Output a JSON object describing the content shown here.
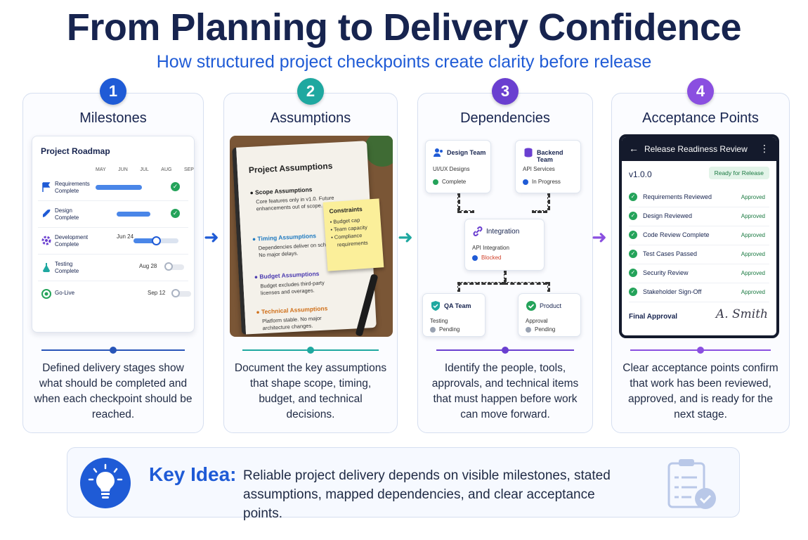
{
  "title": "From Planning to Delivery Confidence",
  "subtitle": "How structured project checkpoints create clarity before release",
  "colors": {
    "blue": "#1f5bd6",
    "teal": "#1fa8a0",
    "purple": "#6a3fd0",
    "violet": "#8a4fe0",
    "green": "#24a35a",
    "navy": "#17244f"
  },
  "panels": [
    {
      "number": "1",
      "title": "Milestones",
      "desc": "Defined delivery stages show what should be completed and when each checkpoint should be reached.",
      "roadmap": {
        "title": "Project Roadmap",
        "months": [
          "MAY",
          "JUN",
          "JUL",
          "AUG",
          "SEP"
        ],
        "rows": [
          {
            "label1": "Requirements",
            "label2": "Complete",
            "icon": "flag-icon"
          },
          {
            "label1": "Design",
            "label2": "Complete",
            "icon": "rocket-icon"
          },
          {
            "label1": "Development",
            "label2": "Complete",
            "icon": "gear-icon",
            "date": "Jun 24"
          },
          {
            "label1": "Testing",
            "label2": "Complete",
            "icon": "flask-icon",
            "date": "Aug 28"
          },
          {
            "label1": "Go-Live",
            "label2": "",
            "icon": "target-icon",
            "date": "Sep 12"
          }
        ]
      }
    },
    {
      "number": "2",
      "title": "Assumptions",
      "desc": "Document the key assumptions that shape scope, timing, budget, and technical decisions.",
      "notebook": {
        "title": "Project Assumptions",
        "sections": [
          {
            "heading": "Scope Assumptions",
            "text": "Core features only in v1.0. Future enhancements out of scope.",
            "color": "#1c1c1c"
          },
          {
            "heading": "Timing Assumptions",
            "text": "Dependencies deliver on schedule. No major delays.",
            "color": "#1f7ac0"
          },
          {
            "heading": "Budget Assumptions",
            "text": "Budget excludes third-party licenses and overages.",
            "color": "#4b3bb0"
          },
          {
            "heading": "Technical Assumptions",
            "text": "Platform stable. No major architecture changes.",
            "color": "#d0701a"
          }
        ],
        "sticky": {
          "title": "Constraints",
          "items": [
            "• Budget cap",
            "• Team capacity",
            "• Compliance",
            "requirements"
          ]
        }
      }
    },
    {
      "number": "3",
      "title": "Dependencies",
      "desc": "Identify the people, tools, approvals, and technical items that must happen before work can move forward.",
      "nodes": {
        "design": {
          "name": "Design Team",
          "sub": "UI/UX Designs",
          "status": "Complete"
        },
        "backend": {
          "name": "Backend Team",
          "sub": "API Services",
          "status": "In Progress"
        },
        "integration": {
          "name": "Integration",
          "sub": "API Integration",
          "status": "Blocked"
        },
        "qa": {
          "name": "QA Team",
          "sub": "Testing",
          "status": "Pending"
        },
        "product": {
          "name": "Product",
          "sub": "Approval",
          "status": "Pending"
        }
      }
    },
    {
      "number": "4",
      "title": "Acceptance Points",
      "desc": "Clear acceptance points confirm that work has been reviewed, approved, and is ready for the next stage.",
      "phone": {
        "header": "Release Readiness Review",
        "back": "←",
        "more": "⋮",
        "version": "v1.0.0",
        "badge": "Ready for Release",
        "items": [
          {
            "name": "Requirements Reviewed",
            "status": "Approved"
          },
          {
            "name": "Design Reviewed",
            "status": "Approved"
          },
          {
            "name": "Code Review Complete",
            "status": "Approved"
          },
          {
            "name": "Test Cases Passed",
            "status": "Approved"
          },
          {
            "name": "Security Review",
            "status": "Approved"
          },
          {
            "name": "Stakeholder Sign-Off",
            "status": "Approved"
          }
        ],
        "final_label": "Final Approval",
        "signature": "A. Smith"
      }
    }
  ],
  "arrows": [
    "➜",
    "➜",
    "➜"
  ],
  "key": {
    "label": "Key Idea:",
    "text": "Reliable project delivery depends on visible milestones, stated assumptions, mapped dependencies, and clear acceptance points."
  }
}
